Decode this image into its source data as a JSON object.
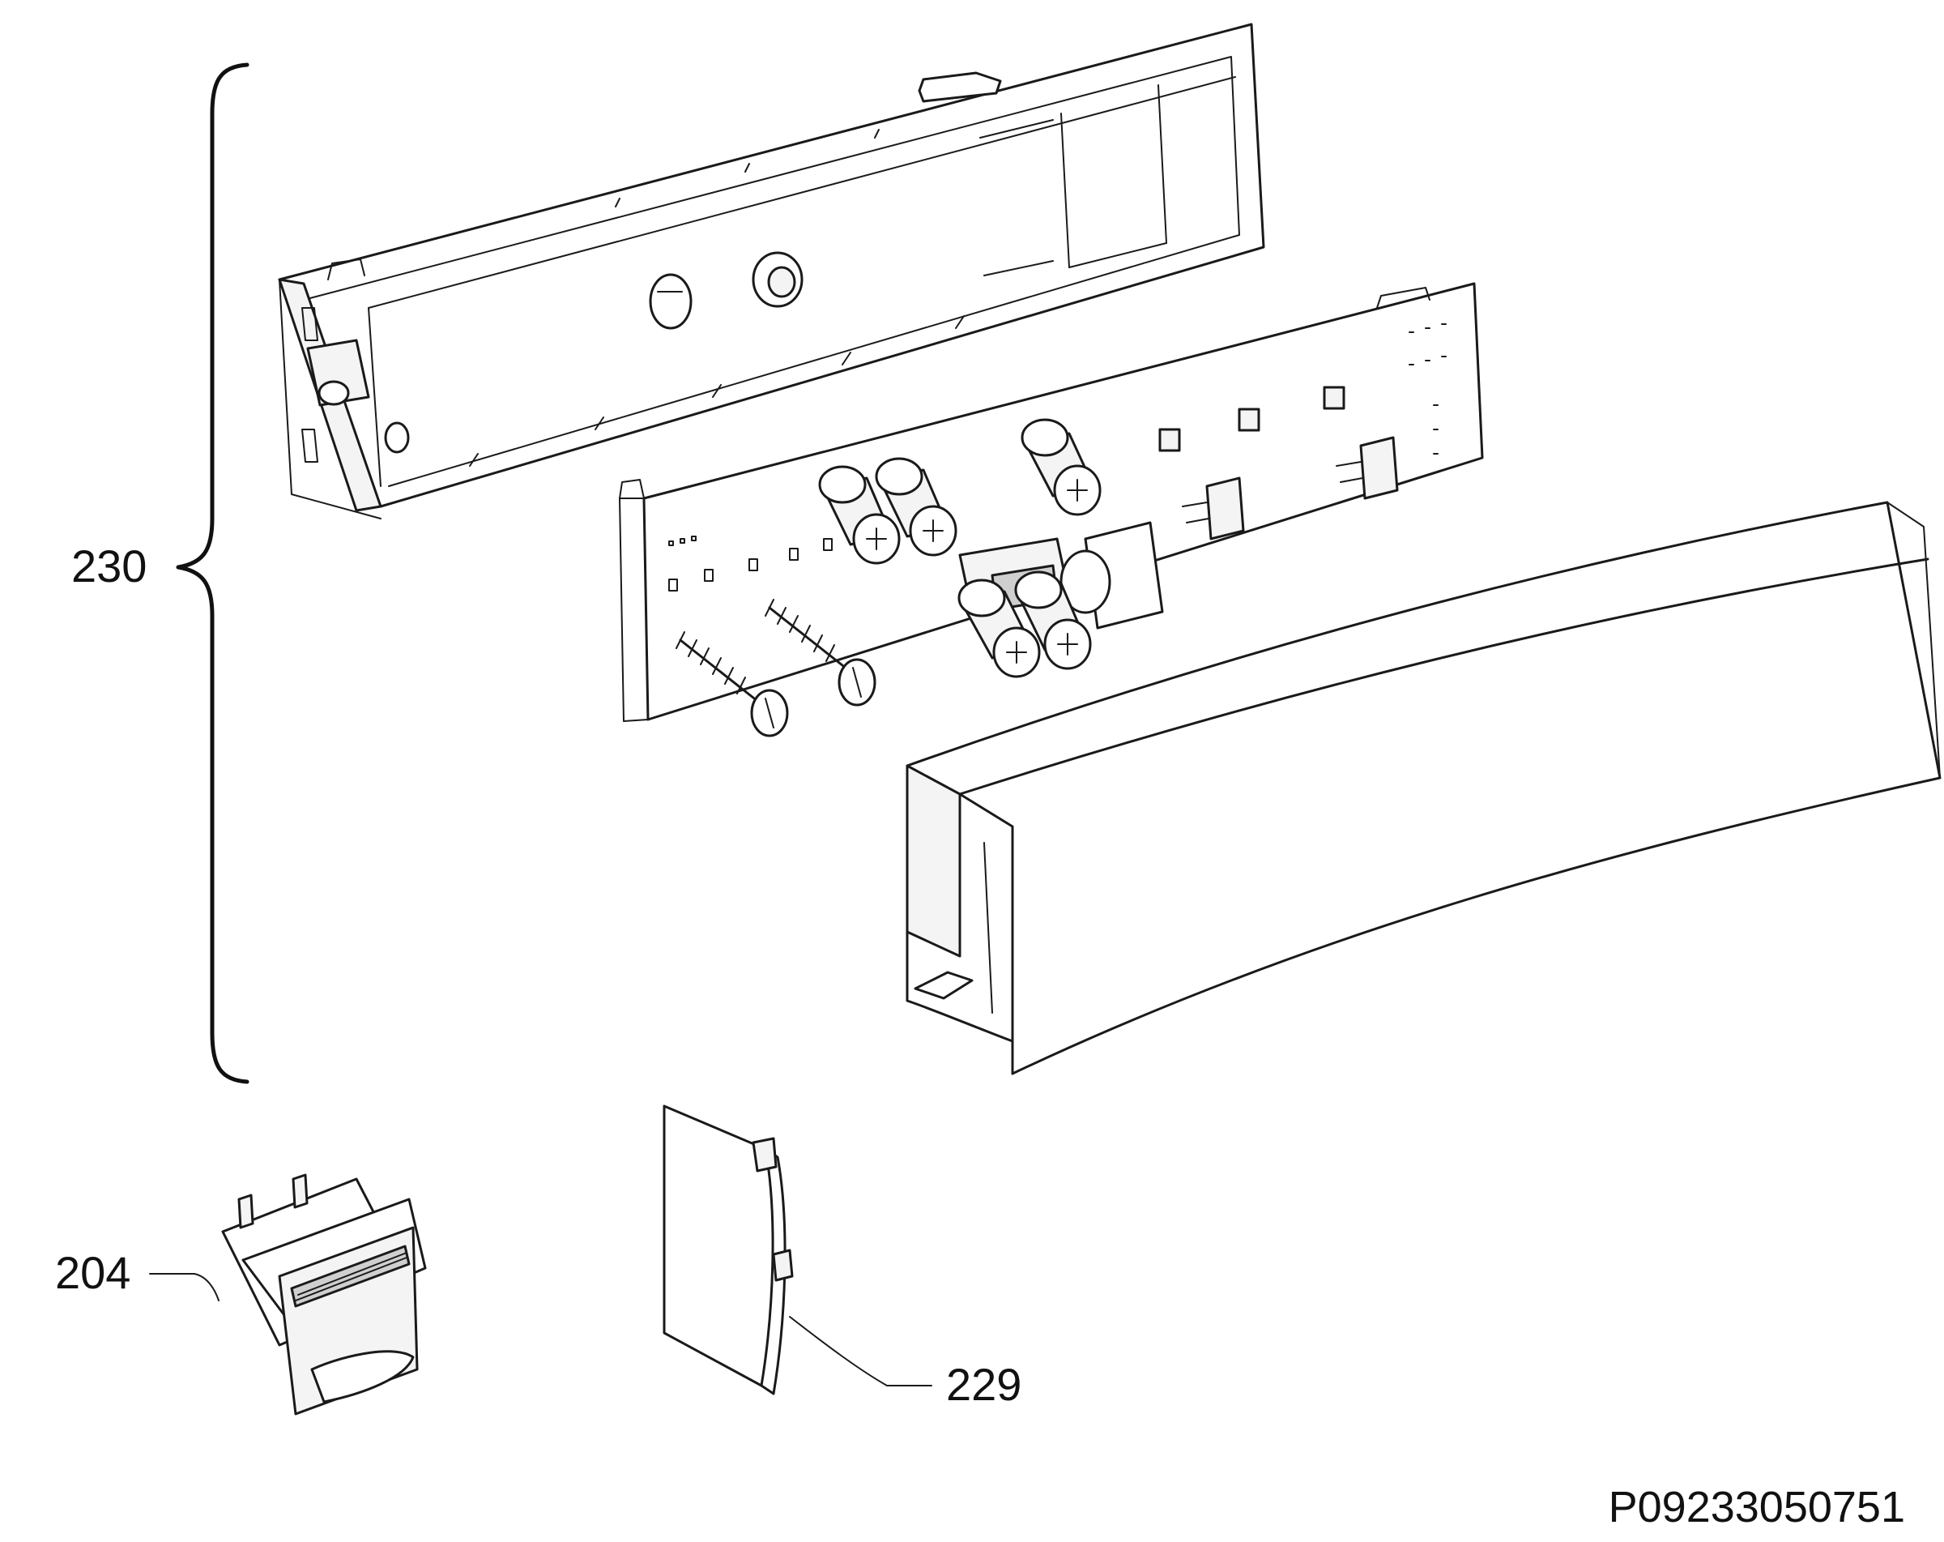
{
  "labels": {
    "assembly": "230",
    "switch": "204",
    "cover": "229"
  },
  "drawing_code": "P09233050751",
  "colors": {
    "line": "#1a1a1a",
    "background": "#ffffff"
  }
}
